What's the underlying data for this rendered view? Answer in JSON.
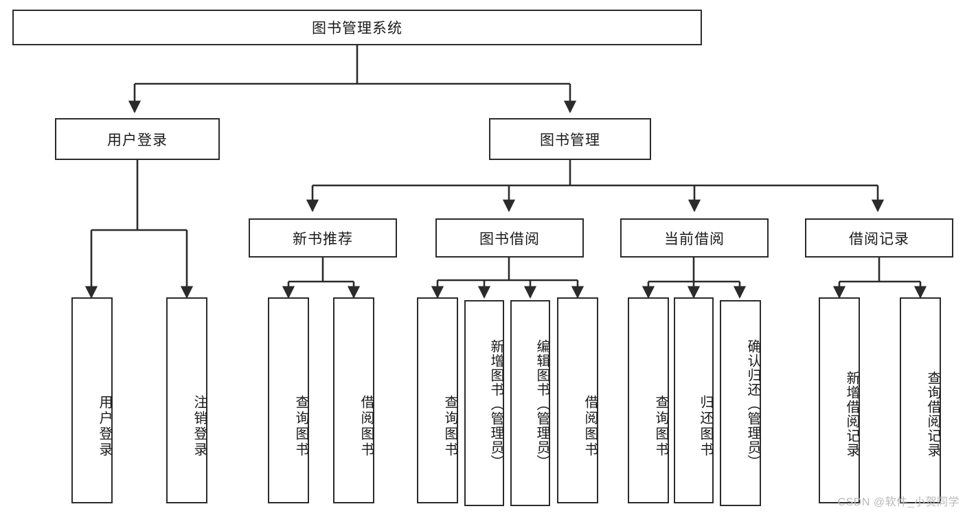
{
  "diagram": {
    "title": "图书管理系统",
    "watermark": "CSDN @软件_小贺同学",
    "stroke_color": "#2b2b2b",
    "background_color": "#ffffff",
    "text_color": "#1a1a1a",
    "watermark_color": "#b9b9b9",
    "type": "tree-hierarchy-diagram",
    "root": {
      "label": "图书管理系统"
    },
    "level2": [
      {
        "label": "用户登录"
      },
      {
        "label": "图书管理"
      }
    ],
    "level3": [
      {
        "label": "新书推荐"
      },
      {
        "label": "图书借阅"
      },
      {
        "label": "当前借阅"
      },
      {
        "label": "借阅记录"
      }
    ],
    "leaves_user_login": [
      {
        "label": "用户登录"
      },
      {
        "label": "注销登录"
      }
    ],
    "leaves_new_book": [
      {
        "label": "查询图书"
      },
      {
        "label": "借阅图书"
      }
    ],
    "leaves_borrow": [
      {
        "label": "查询图书"
      },
      {
        "label": "新增图书（管理员）"
      },
      {
        "label": "编辑图书（管理员）"
      },
      {
        "label": "借阅图书"
      }
    ],
    "leaves_current": [
      {
        "label": "查询图书"
      },
      {
        "label": "归还图书"
      },
      {
        "label": "确认归还（管理员）"
      }
    ],
    "leaves_record": [
      {
        "label": "新增借阅记录"
      },
      {
        "label": "查询借阅记录"
      }
    ]
  }
}
